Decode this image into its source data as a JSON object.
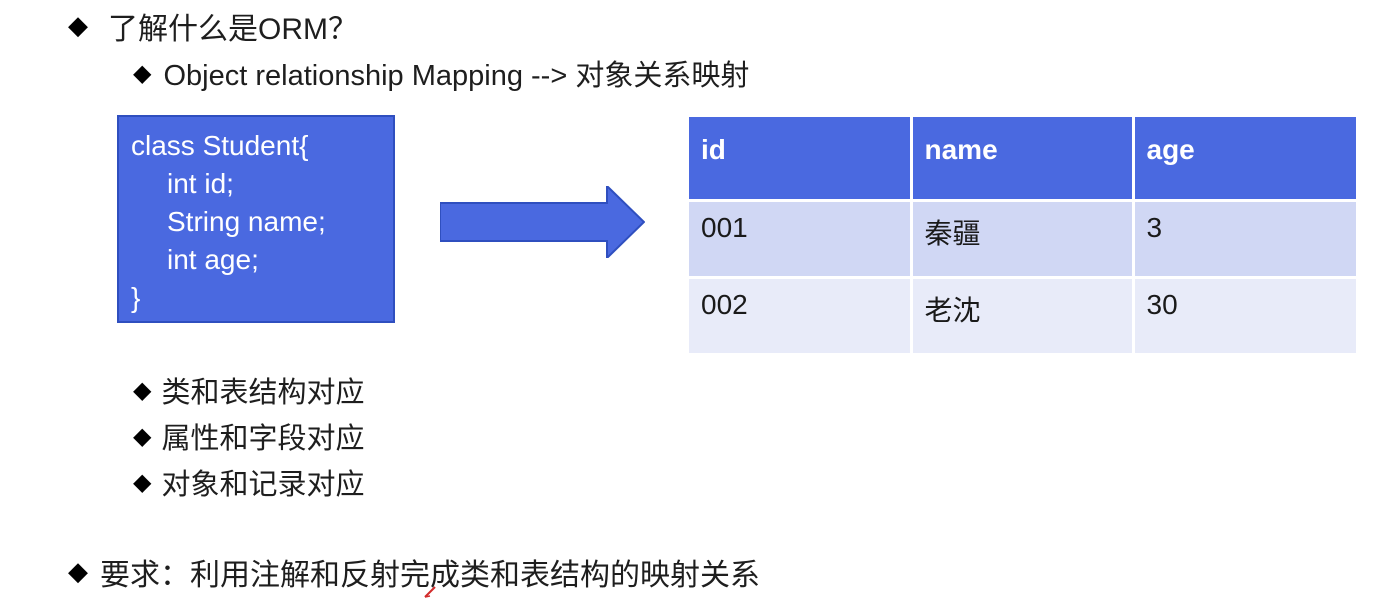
{
  "heading": {
    "bullet": "◆",
    "text": "了解什么是ORM？"
  },
  "subheading": {
    "bullet": "◆",
    "text": "Object relationship Mapping --> 对象关系映射"
  },
  "code_box": {
    "lines": [
      "class Student{",
      "int id;",
      "String name;",
      "int age;",
      "}"
    ]
  },
  "table": {
    "headers": [
      "id",
      "name",
      "age"
    ],
    "rows": [
      [
        "001",
        "秦疆",
        "3"
      ],
      [
        "002",
        "老沈",
        "30"
      ]
    ]
  },
  "points": [
    {
      "bullet": "◆",
      "text": "类和表结构对应"
    },
    {
      "bullet": "◆",
      "text": "属性和字段对应"
    },
    {
      "bullet": "◆",
      "text": "对象和记录对应"
    }
  ],
  "requirement": {
    "bullet": "◆",
    "text": "要求：利用注解和反射完成类和表结构的映射关系"
  },
  "colors": {
    "accent_blue": "#4a69e0",
    "row1_bg": "#d0d7f4",
    "row2_bg": "#e8ebf9",
    "cursor_red": "#d22b2b"
  }
}
